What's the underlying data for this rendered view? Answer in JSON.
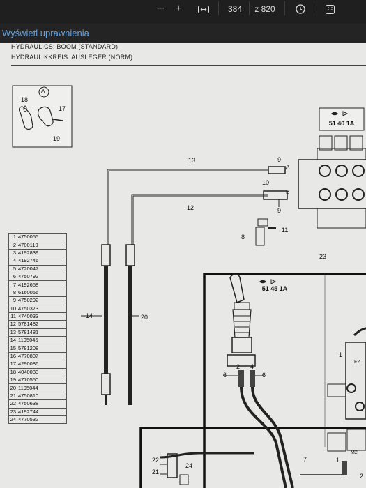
{
  "toolbar": {
    "minus_icon": "minus-icon",
    "plus_icon": "plus-icon",
    "fit_icon": "fit-width-icon",
    "page_value": "384",
    "page_total": "z 820",
    "rotate_icon": "rotate-icon",
    "copy_icon": "copy-icon"
  },
  "window": {
    "title": "Wyświetl uprawnienia"
  },
  "document": {
    "header_line1": "HYDRAULICS: BOOM (STANDARD)",
    "header_line2": "HYDRAULIKKREIS: AUSLEGER (NORM)",
    "ref_top": "51 40 1A",
    "ref_mid": "51 45 1A",
    "callout_letter": "A",
    "labels": {
      "l18": "18",
      "l17": "17",
      "l19": "19",
      "l13": "13",
      "l12": "12",
      "l9a": "9",
      "l9b": "9",
      "l10": "10",
      "lA": "A",
      "lB": "B",
      "l11": "11",
      "l8": "8",
      "l14": "14",
      "l20": "20",
      "l23": "23",
      "l2": "2",
      "l4": "4",
      "l6a": "6",
      "l6b": "6",
      "l1": "1",
      "lF2": "F2",
      "l22": "22",
      "l21": "21",
      "l24": "24",
      "l7": "7",
      "lM2": "M2",
      "l1b": "1",
      "l2b": "2"
    },
    "parts": [
      {
        "n": "1",
        "p": "4750055"
      },
      {
        "n": "2",
        "p": "4700119"
      },
      {
        "n": "3",
        "p": "4192839"
      },
      {
        "n": "4",
        "p": "4192746"
      },
      {
        "n": "5",
        "p": "4720047"
      },
      {
        "n": "6",
        "p": "4750792"
      },
      {
        "n": "7",
        "p": "4192658"
      },
      {
        "n": "8",
        "p": "6160056"
      },
      {
        "n": "9",
        "p": "4750292"
      },
      {
        "n": "10",
        "p": "4750373"
      },
      {
        "n": "11",
        "p": "4740033"
      },
      {
        "n": "12",
        "p": "5781482"
      },
      {
        "n": "13",
        "p": "5781481"
      },
      {
        "n": "14",
        "p": "1195045"
      },
      {
        "n": "15",
        "p": "5781208"
      },
      {
        "n": "16",
        "p": "4770807"
      },
      {
        "n": "17",
        "p": "4290086"
      },
      {
        "n": "18",
        "p": "4040033"
      },
      {
        "n": "19",
        "p": "4770550"
      },
      {
        "n": "20",
        "p": "1195044"
      },
      {
        "n": "21",
        "p": "4750810"
      },
      {
        "n": "22",
        "p": "4750638"
      },
      {
        "n": "23",
        "p": "4192744"
      },
      {
        "n": "24",
        "p": "4770532"
      }
    ]
  }
}
